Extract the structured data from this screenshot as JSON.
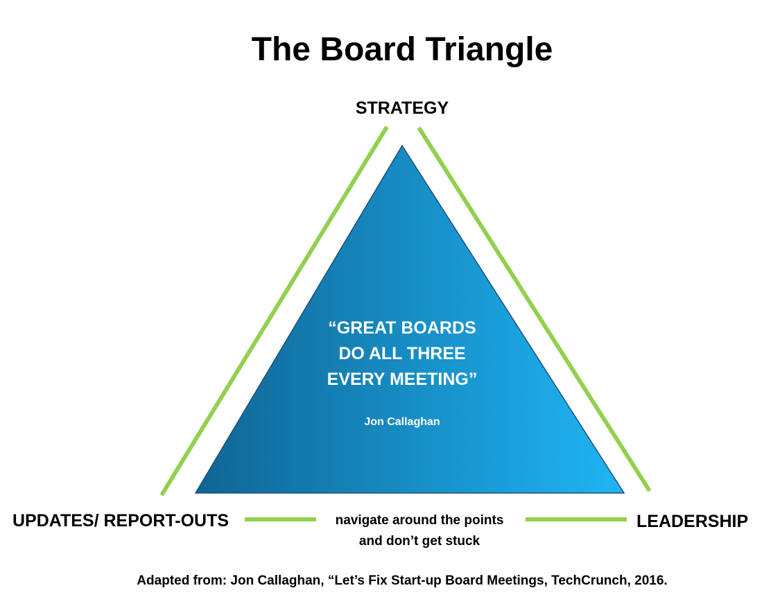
{
  "title": "The Board Triangle",
  "vertices": {
    "top": "STRATEGY",
    "bottom_left": "UPDATES/ REPORT-OUTS",
    "bottom_right": "LEADERSHIP"
  },
  "quote": {
    "lines": [
      "“GREAT BOARDS",
      "DO ALL THREE",
      "EVERY MEETING”"
    ],
    "author": "Jon Callaghan"
  },
  "navigation_note": {
    "lines": [
      "navigate around the points",
      "and don’t get stuck"
    ]
  },
  "source": "Adapted from: Jon Callaghan, “Let’s Fix Start-up Board Meetings, TechCrunch, 2016.",
  "colors": {
    "edge_lines": "#92d050",
    "triangle_gradient_start": "#0f6594",
    "triangle_gradient_end": "#1fb5f5",
    "triangle_outline": "#1f4e79"
  }
}
